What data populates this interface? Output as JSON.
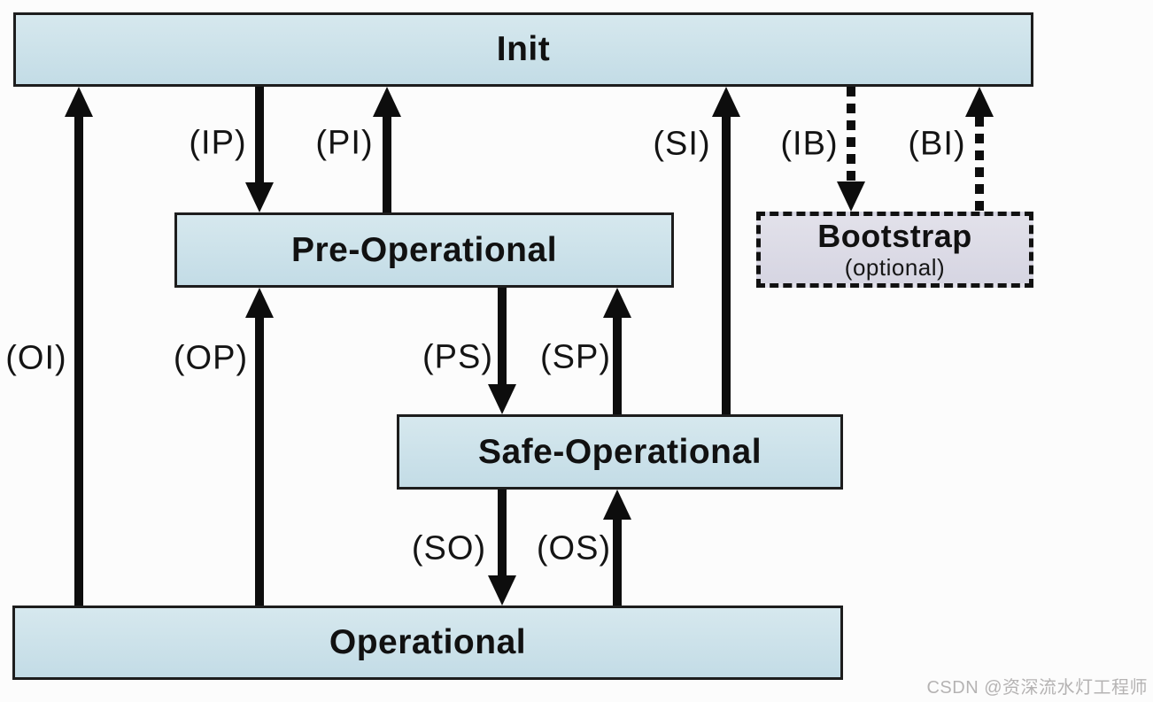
{
  "diagram": {
    "states": {
      "init": {
        "label": "Init"
      },
      "pre_operational": {
        "label": "Pre-Operational"
      },
      "safe_operational": {
        "label": "Safe-Operational"
      },
      "operational": {
        "label": "Operational"
      },
      "bootstrap": {
        "label": "Bootstrap",
        "sublabel": "(optional)"
      }
    },
    "transitions": {
      "ip": {
        "label": "(IP)",
        "from": "Init",
        "to": "Pre-Operational",
        "style": "solid"
      },
      "pi": {
        "label": "(PI)",
        "from": "Pre-Operational",
        "to": "Init",
        "style": "solid"
      },
      "si": {
        "label": "(SI)",
        "from": "Safe-Operational",
        "to": "Init",
        "style": "solid"
      },
      "ib": {
        "label": "(IB)",
        "from": "Init",
        "to": "Bootstrap",
        "style": "dashed"
      },
      "bi": {
        "label": "(BI)",
        "from": "Bootstrap",
        "to": "Init",
        "style": "dashed"
      },
      "oi": {
        "label": "(OI)",
        "from": "Operational",
        "to": "Init",
        "style": "solid"
      },
      "op": {
        "label": "(OP)",
        "from": "Operational",
        "to": "Pre-Operational",
        "style": "solid"
      },
      "ps": {
        "label": "(PS)",
        "from": "Pre-Operational",
        "to": "Safe-Operational",
        "style": "solid"
      },
      "sp": {
        "label": "(SP)",
        "from": "Safe-Operational",
        "to": "Pre-Operational",
        "style": "solid"
      },
      "so": {
        "label": "(SO)",
        "from": "Safe-Operational",
        "to": "Operational",
        "style": "solid"
      },
      "os": {
        "label": "(OS)",
        "from": "Operational",
        "to": "Safe-Operational",
        "style": "solid"
      }
    },
    "colors": {
      "state_fill": "#cce0e8",
      "bootstrap_fill": "#dcdbe6",
      "box_border": "#1d1d1d",
      "arrow": "#0d0d0d",
      "background": "#fcfcfc"
    }
  },
  "watermark": {
    "text": "CSDN @资深流水灯工程师"
  }
}
